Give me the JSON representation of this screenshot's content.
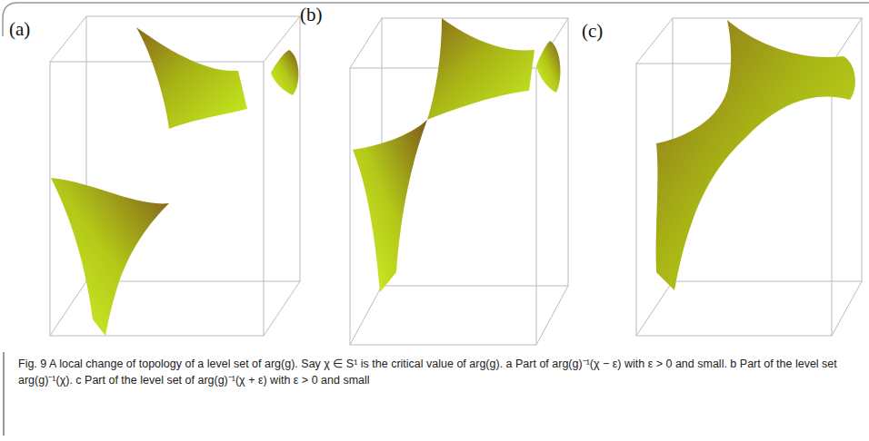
{
  "diagram": {
    "caption": "Fig. 9 A local change of topology of a level set of arg(g). Say χ ∈ S¹ is the critical value of arg(g). a Part of arg(g)⁻¹(χ − ε) with ε > 0 and small. b Part of the level set arg(g)⁻¹(χ). c Part of the level set of arg(g)⁻¹(χ + ε) with ε > 0 and small",
    "labels": [
      "(a)",
      "(b)",
      "(c)"
    ]
  }
}
